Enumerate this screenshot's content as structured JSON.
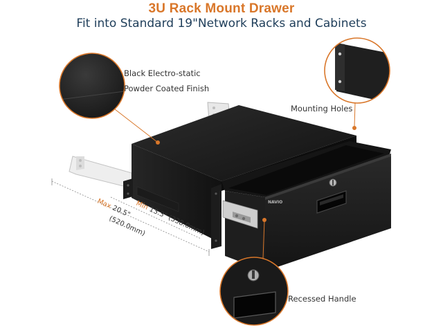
{
  "header": {
    "title": "3U Rack Mount Drawer",
    "subtitle": "Fit into Standard 19\"Network Racks and Cabinets"
  },
  "callouts": {
    "finish_line1": "Black Electro-static",
    "finish_line2": "Powder Coated Finish",
    "mounting": "Mounting Holes",
    "handle": "Recessed Handle"
  },
  "dimensions": {
    "min_prefix": "Min ",
    "min_value": "13.3\" (338.0mm)",
    "max_prefix": "Max ",
    "max_value_line1": "20.5\"",
    "max_value_line2": "(520.0mm)"
  },
  "product": {
    "logo": "NAVIO"
  },
  "colors": {
    "accent": "#d9772a",
    "navy": "#1f3e5a",
    "body": "#1a1a1a"
  }
}
